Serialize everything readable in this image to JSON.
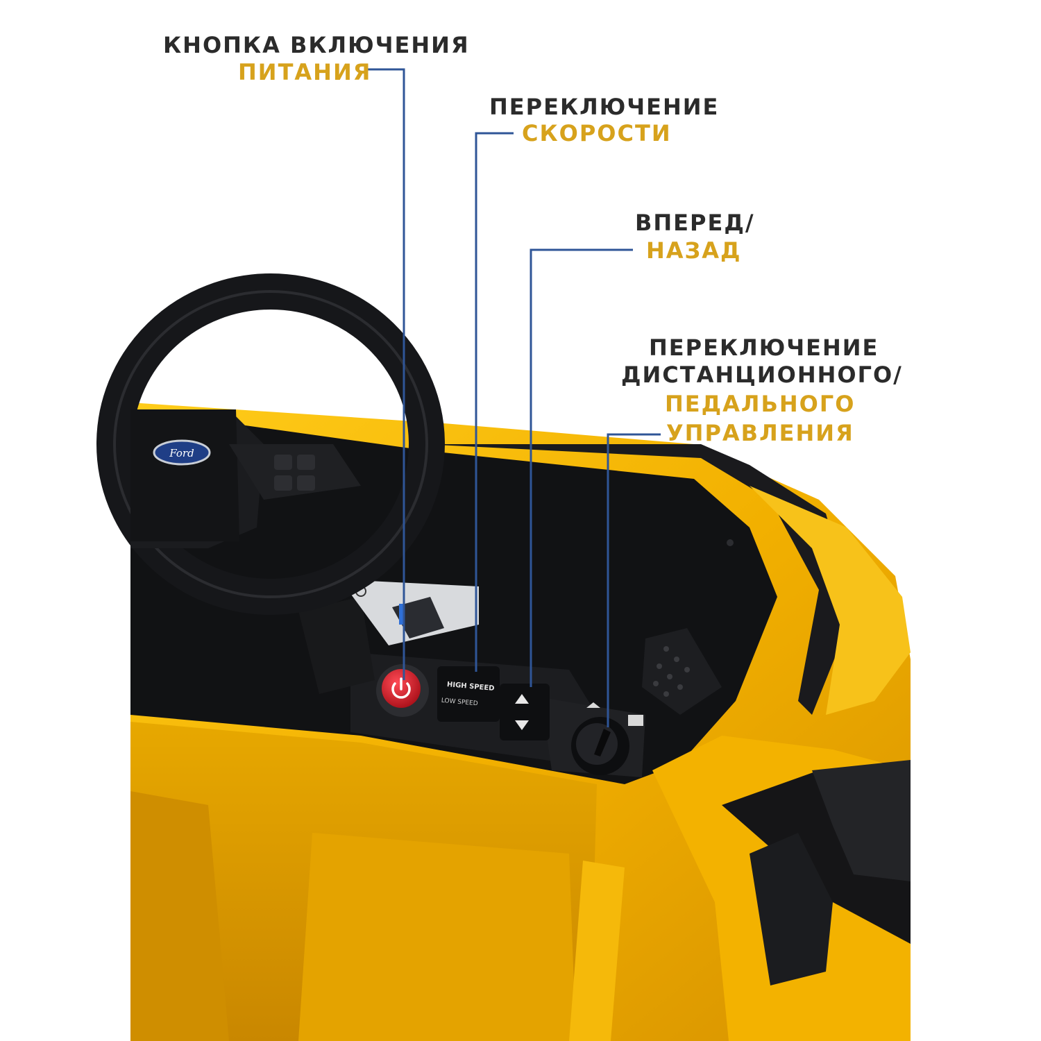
{
  "callouts": {
    "power": {
      "line1": "КНОПКА ВКЛЮЧЕНИЯ",
      "line2": "ПИТАНИЯ"
    },
    "speed": {
      "line1": "ПЕРЕКЛЮЧЕНИЕ",
      "line2": "СКОРОСТИ"
    },
    "direction": {
      "line1": "ВПЕРЕД/",
      "line2": "НАЗАД"
    },
    "control_mode": {
      "line1": "ПЕРЕКЛЮЧЕНИЕ",
      "line2": "ДИСТАНЦИОННОГО/",
      "line3": "ПЕДАЛЬНОГО",
      "line4": "УПРАВЛЕНИЯ"
    }
  },
  "dashboard": {
    "brand_badge": "Ford",
    "speed_high": "HIGH SPEED",
    "speed_low": "LOW SPEED"
  },
  "colors": {
    "heading_dark": "#2b2b2b",
    "heading_accent": "#d7a21c",
    "connector_line": "#2f5597",
    "car_body": "#f4b400",
    "power_button": "#d3202b"
  }
}
